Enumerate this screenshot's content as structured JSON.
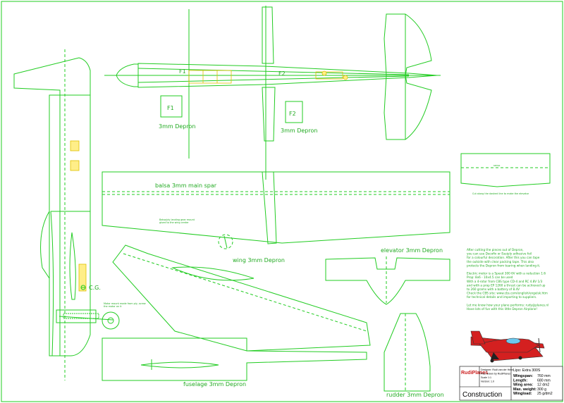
{
  "labels": {
    "f1_plan": "F1",
    "f2_plan": "F2",
    "f1_part": "F1",
    "f1_part_material": "3mm Depron",
    "f2_part": "F2",
    "f2_part_material": "3mm Depron",
    "wing_spar": "balsa 3mm main spar",
    "wing": "wing 3mm Depron",
    "elevator": "elevator 3mm Depron",
    "fuselage": "fuselage 3mm Depron",
    "rudder": "rudder 3mm Depron",
    "cg": "C.G."
  },
  "instructions": [
    "After cutting the pieces out of Depron,",
    "you can use Decofix or Easiply adhesive foil",
    "for a colourful decoration. After this you can tape",
    "the outside with clear packing tape. This also",
    "protects the Depron from tearing when landing it.",
    "",
    "Electric motor is a Speed 300 6V with a reduction 1:6",
    "Prop: 8x6 - 10x4.5 can be used",
    "With a 4-rotor from CBS type CD-4 and RC 4.8V 1/3",
    "and with a prop EP 1260 a thrust can be achieved up",
    "to 260 grams with a battery of 8.4V",
    "Check the CBS site: www.cbs.com/english/engelsk.htm",
    "for technical details and importing to suppliers.",
    "",
    "Let me know how your plane performs: rudy@planes.nl",
    "Have lots of fun with this little Depron Airplane!"
  ],
  "title_block": {
    "logo_text": "RudiPlanes",
    "brand_info": [
      "Designer: Rudi van der Helm",
      "Plan drawn by RudiPlanes",
      "Scale 1:1",
      "Version: 1.0"
    ],
    "model": "Lipo: Extra 300S",
    "specs": [
      {
        "key": "Wingspan:",
        "value": "760 mm"
      },
      {
        "key": "Length:",
        "value": "680 mm"
      },
      {
        "key": "Wing area:",
        "value": "12 dm2"
      },
      {
        "key": "Max. weight:",
        "value": "300 g"
      },
      {
        "key": "Wingload:",
        "value": "25 g/dm2"
      }
    ],
    "construction": "Construction"
  },
  "colors": {
    "line": "#22cc22",
    "servo": "#e0c000",
    "plane_body": "#d42020"
  }
}
